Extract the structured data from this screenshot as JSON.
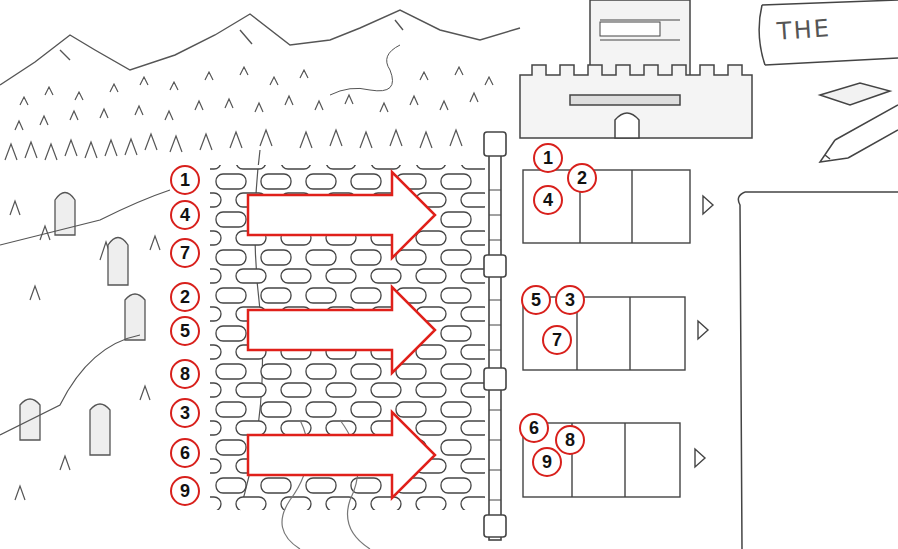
{
  "diagram": {
    "nodes": [
      {
        "text": [
          "1"
        ]
      },
      {
        "text": [
          "4"
        ]
      },
      {
        "text": [
          "7"
        ]
      },
      {
        "text": [
          "2"
        ]
      },
      {
        "text": [
          "5"
        ]
      },
      {
        "text": [
          "8"
        ]
      },
      {
        "text": [
          "3"
        ]
      },
      {
        "text": [
          "6"
        ]
      },
      {
        "text": [
          "9"
        ]
      },
      {
        "text": [
          "1"
        ]
      },
      {
        "text": [
          "2"
        ]
      },
      {
        "text": [
          "4"
        ]
      },
      {
        "text": [
          "5"
        ]
      },
      {
        "text": [
          "3"
        ]
      },
      {
        "text": [
          "7"
        ]
      },
      {
        "text": [
          "6"
        ]
      },
      {
        "text": [
          "8"
        ]
      },
      {
        "text": [
          "9"
        ]
      },
      {
        "text": [
          "THE"
        ]
      }
    ]
  }
}
